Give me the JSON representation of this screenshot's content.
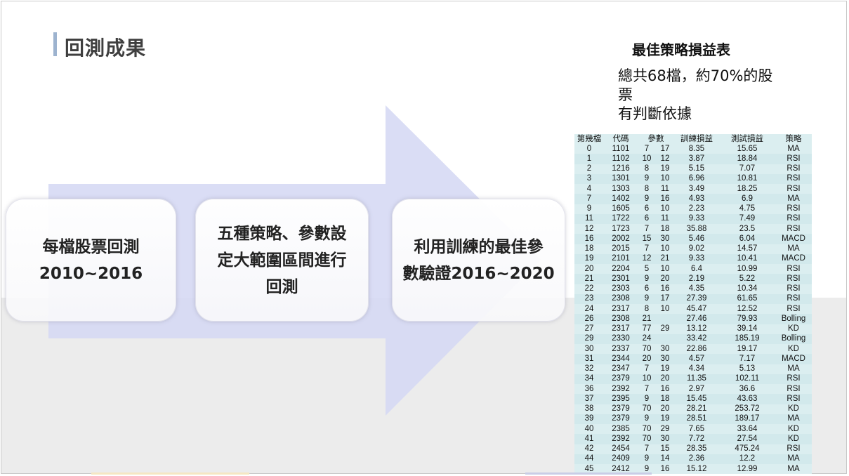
{
  "slide": {
    "title": "回測成果",
    "colors": {
      "arrow": "#d9dcf5",
      "band": "#ececec",
      "table_bg": "#dbeef0",
      "title_bar": "#9db3cf"
    }
  },
  "process": {
    "steps": [
      {
        "lines": [
          "每檔股票回測",
          "2010~2016"
        ]
      },
      {
        "lines": [
          "五種策略、參數設",
          "定大範圍區間進行",
          "回測"
        ]
      },
      {
        "lines": [
          "利用訓練的最佳參",
          "數驗證2016~2020"
        ]
      }
    ]
  },
  "side": {
    "title": "最佳策略損益表",
    "note_lines": [
      "總共68檔，約70%的股",
      "票",
      "有判斷依據"
    ]
  },
  "table": {
    "headers": [
      "第幾檔",
      "代碼",
      "參數",
      "",
      "訓練損益",
      "測試損益",
      "策略"
    ],
    "rows": [
      [
        "0",
        "1101",
        "7",
        "17",
        "8.35",
        "15.65",
        "MA"
      ],
      [
        "1",
        "1102",
        "10",
        "12",
        "3.87",
        "18.84",
        "RSI"
      ],
      [
        "2",
        "1216",
        "8",
        "19",
        "5.15",
        "7.07",
        "RSI"
      ],
      [
        "3",
        "1301",
        "9",
        "10",
        "6.96",
        "10.81",
        "RSI"
      ],
      [
        "4",
        "1303",
        "8",
        "11",
        "3.49",
        "18.25",
        "RSI"
      ],
      [
        "7",
        "1402",
        "9",
        "16",
        "4.93",
        "6.9",
        "MA"
      ],
      [
        "9",
        "1605",
        "6",
        "10",
        "2.23",
        "4.75",
        "RSI"
      ],
      [
        "11",
        "1722",
        "6",
        "11",
        "9.33",
        "7.49",
        "RSI"
      ],
      [
        "12",
        "1723",
        "7",
        "18",
        "35.88",
        "23.5",
        "RSI"
      ],
      [
        "16",
        "2002",
        "15",
        "30",
        "5.46",
        "6.04",
        "MACD"
      ],
      [
        "18",
        "2015",
        "7",
        "10",
        "9.02",
        "14.57",
        "MA"
      ],
      [
        "19",
        "2101",
        "12",
        "21",
        "9.33",
        "10.41",
        "MACD"
      ],
      [
        "20",
        "2204",
        "5",
        "10",
        "6.4",
        "10.99",
        "RSI"
      ],
      [
        "21",
        "2301",
        "9",
        "20",
        "2.19",
        "5.22",
        "RSI"
      ],
      [
        "22",
        "2303",
        "6",
        "16",
        "4.35",
        "10.34",
        "RSI"
      ],
      [
        "23",
        "2308",
        "9",
        "17",
        "27.39",
        "61.65",
        "RSI"
      ],
      [
        "24",
        "2317",
        "8",
        "10",
        "45.47",
        "12.52",
        "RSI"
      ],
      [
        "26",
        "2308",
        "21",
        "",
        "27.46",
        "79.93",
        "Bolling"
      ],
      [
        "27",
        "2317",
        "77",
        "29",
        "13.12",
        "39.14",
        "KD"
      ],
      [
        "29",
        "2330",
        "24",
        "",
        "33.42",
        "185.19",
        "Bolling"
      ],
      [
        "30",
        "2337",
        "70",
        "30",
        "22.86",
        "19.17",
        "KD"
      ],
      [
        "31",
        "2344",
        "20",
        "30",
        "4.57",
        "7.17",
        "MACD"
      ],
      [
        "32",
        "2347",
        "7",
        "19",
        "4.34",
        "5.13",
        "MA"
      ],
      [
        "34",
        "2379",
        "10",
        "20",
        "11.35",
        "102.11",
        "RSI"
      ],
      [
        "36",
        "2392",
        "7",
        "16",
        "2.97",
        "36.6",
        "RSI"
      ],
      [
        "37",
        "2395",
        "9",
        "18",
        "15.45",
        "43.63",
        "RSI"
      ],
      [
        "38",
        "2379",
        "70",
        "20",
        "28.21",
        "253.72",
        "KD"
      ],
      [
        "39",
        "2379",
        "9",
        "19",
        "28.51",
        "189.17",
        "MA"
      ],
      [
        "40",
        "2385",
        "70",
        "29",
        "7.65",
        "33.64",
        "KD"
      ],
      [
        "41",
        "2392",
        "70",
        "30",
        "7.72",
        "27.54",
        "KD"
      ],
      [
        "42",
        "2454",
        "7",
        "15",
        "28.35",
        "475.24",
        "RSI"
      ],
      [
        "44",
        "2409",
        "9",
        "14",
        "2.36",
        "12.2",
        "MA"
      ],
      [
        "45",
        "2412",
        "9",
        "16",
        "15.12",
        "12.99",
        "MA"
      ]
    ]
  }
}
